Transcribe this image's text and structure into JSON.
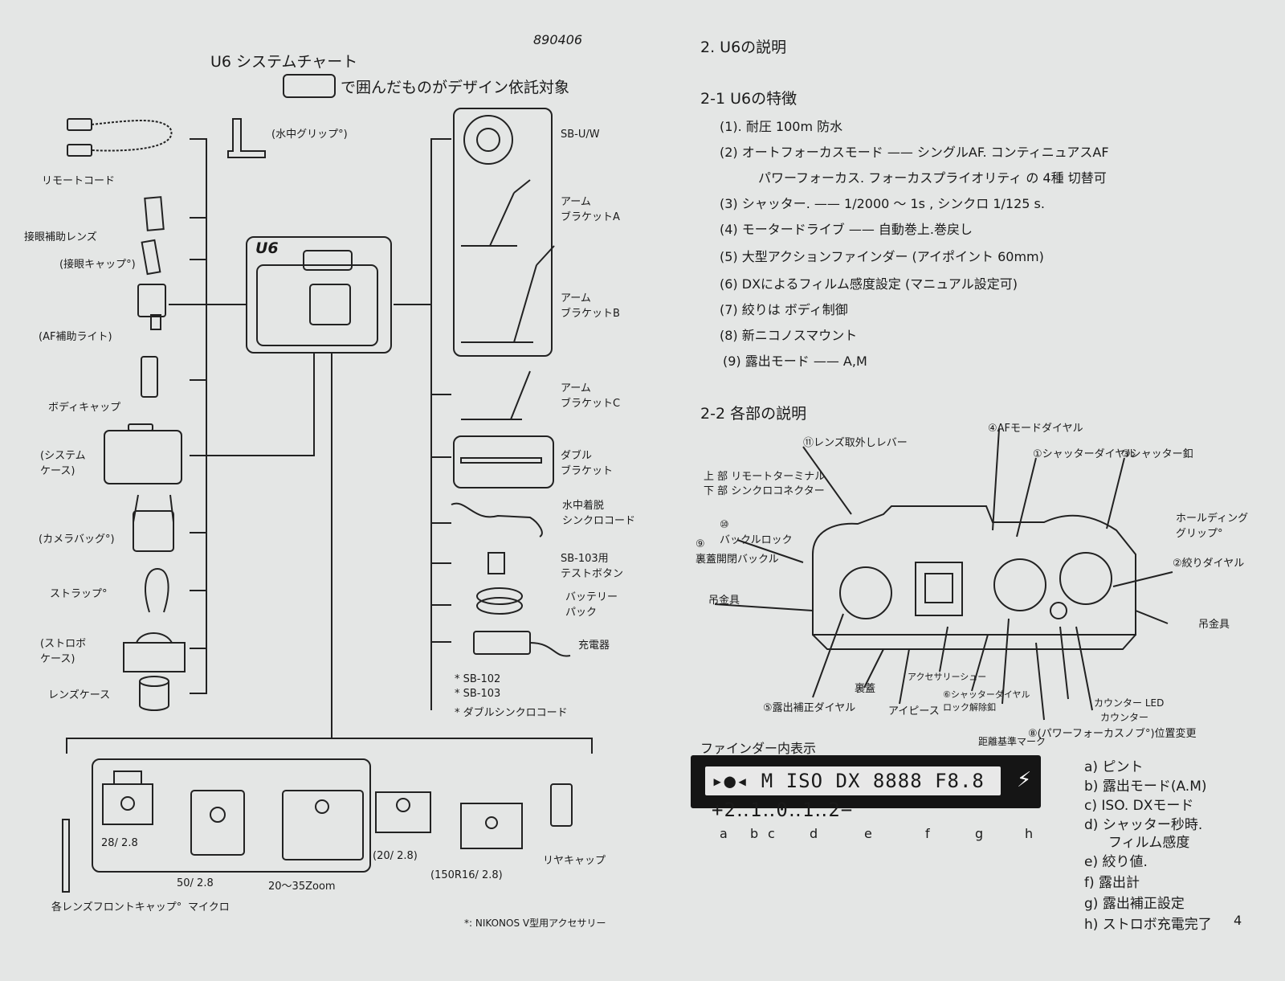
{
  "doc_number": "890406",
  "left": {
    "title": "U6 システムチャート",
    "legend_note": "で囲んだものがデザイン依託対象",
    "center_label": "U6",
    "left_items": [
      "(水中グリップ°)",
      "リモートコード",
      "接眼補助レンズ",
      "(接眼キャップ°)",
      "(AF補助ライト)",
      "ボディキャップ",
      "(システム\nケース)",
      "(カメラバッグ°)",
      "ストラップ°",
      "(ストロボ\nケース)",
      "レンズケース"
    ],
    "right_items": [
      "SB-U/W",
      "アーム\nブラケットA",
      "アーム\nブラケットB",
      "アーム\nブラケットC",
      "ダブル\nブラケット",
      "水中着脱\nシンクロコード",
      "SB-103用\nテストボタン",
      "バッテリー\nパック",
      "充電器",
      "* SB-102",
      "* SB-103",
      "* ダブルシンクロコード"
    ],
    "lenses": [
      "28/ 2.8",
      "50/ 2.8",
      "20～35Zoom",
      "(20/ 2.8)",
      "(150R16/ 2.8)",
      "リヤキャップ",
      "各レンズフロントキャップ°",
      "マイクロ"
    ],
    "footnote": "*: NIKONOS V型用アクセサリー"
  },
  "right": {
    "section_title": "2. U6の説明",
    "sub1": "2-1 U6の特徴",
    "features": [
      "(1). 耐圧 100m 防水",
      "(2) オートフォーカスモード —— シングルAF. コンティニュアスAF",
      "パワーフォーカス. フォーカスプライオリティ の 4種 切替可",
      "(3) シャッター. —— 1/2000 ～ 1s , シンクロ 1/125 s.",
      "(4) モータードライブ —— 自動巻上.巻戻し",
      "(5) 大型アクションファインダー (アイポイント 60mm)",
      "(6) DXによるフィルム感度設定 (マニュアル設定可)",
      "(7) 絞りは ボディ制御",
      "(8) 新ニコノスマウント",
      "(9) 露出モード —— A,M"
    ],
    "sub2": "2-2 各部の説明",
    "callouts": [
      "⑪レンズ取外しレバー",
      "④AFモードダイヤル",
      "①シャッターダイヤル",
      "③シャッター釦",
      "上 部  リモートターミナル",
      "下 部  シンクロコネクター",
      "ホールディング\nグリップ°",
      "⑩\nバックルロック",
      "⑨\n裏蓋開閉バックル",
      "②絞りダイヤル",
      "吊金具",
      "吊金具",
      "⑤露出補正ダイヤル",
      "裏蓋",
      "アイピース",
      "アクセサリーシュー",
      "⑥シャッターダイヤル\nロック解除釦",
      "カウンター LED",
      "カウンター",
      "⑧(パワーフォーカスノブ°)位置変更",
      "距離基準マーク"
    ],
    "viewfinder_title": "ファインダー内表示",
    "lcd_text": "▸●◂ M ISO DX 8888 F8.8 +2‥1‥0‥1‥2−",
    "lcd_letters": [
      "a",
      "b",
      "c",
      "d",
      "e",
      "f",
      "g",
      "h"
    ],
    "legend": [
      "a) ピント",
      "b) 露出モード(A.M)",
      "c) ISO. DXモード",
      "d) シャッター秒時.",
      "フィルム感度",
      "e) 絞り値.",
      "f) 露出計",
      "g) 露出補正設定",
      "h) ストロボ充電完了"
    ],
    "page_number": "4"
  }
}
